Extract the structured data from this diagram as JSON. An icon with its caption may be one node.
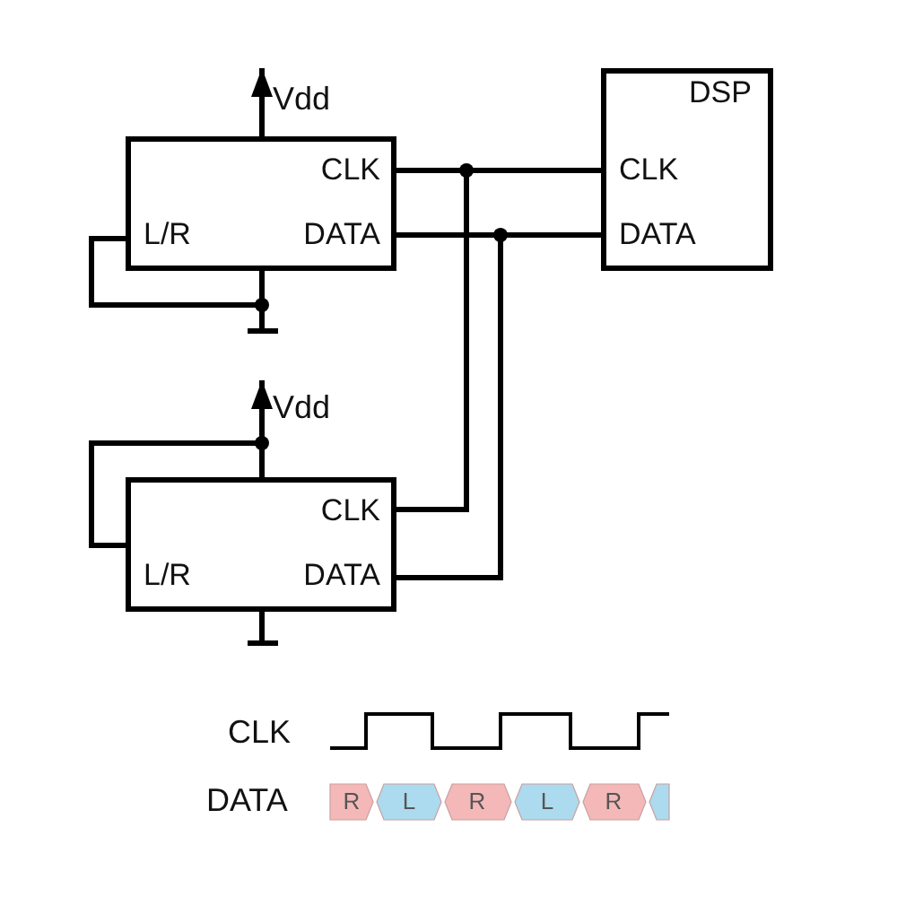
{
  "diagram": {
    "nodes": [
      {
        "text": [
          "Vdd"
        ]
      },
      {
        "text": [
          "CLK",
          "L/R",
          "DATA"
        ]
      },
      {
        "text": [
          "DSP",
          "CLK",
          "DATA"
        ]
      },
      {
        "text": [],
        "shape": "bar"
      },
      {
        "text": [
          "Vdd"
        ]
      },
      {
        "text": [
          "CLK",
          "L/R",
          "DATA"
        ]
      },
      {
        "text": [],
        "shape": "bar"
      }
    ],
    "edges": [
      {
        "from": 1,
        "to": 0,
        "arrow": "to"
      },
      {
        "from": 1,
        "to": 2,
        "arrow": "none"
      },
      {
        "from": 1,
        "to": 2,
        "arrow": "none"
      },
      {
        "from": 1,
        "to": 3,
        "arrow": "none"
      },
      {
        "from": 1,
        "to": 3,
        "arrow": "none"
      },
      {
        "from": 5,
        "to": 4,
        "arrow": "to"
      },
      {
        "from": 5,
        "to": 4,
        "arrow": "to"
      },
      {
        "from": 5,
        "to": 2,
        "arrow": "none"
      },
      {
        "from": 5,
        "to": 2,
        "arrow": "none"
      },
      {
        "from": 5,
        "to": 6,
        "arrow": "none"
      }
    ],
    "labels": [
      "CLK",
      "DATA",
      "R",
      "L",
      "R",
      "L",
      "R"
    ]
  }
}
